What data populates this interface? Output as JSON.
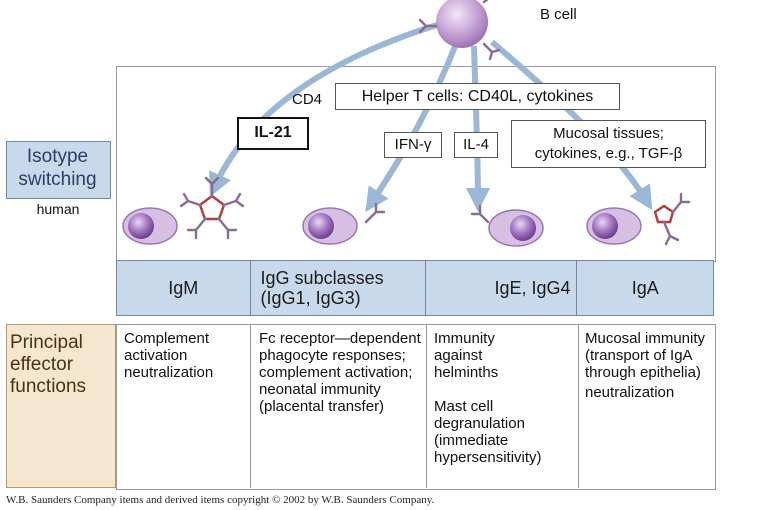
{
  "cells": {
    "b_cell_label": "B cell",
    "cd4_label": "CD4",
    "helper_label": "Helper T cells: CD40L, cytokines",
    "il21_label": "IL-21",
    "ifn_label": "IFN-γ",
    "il4_label": "IL-4",
    "mucosal_label": [
      "Mucosal tissues;",
      "cytokines, e.g., TGF-β"
    ]
  },
  "side_labels": {
    "isotype_switching": [
      "Isotype",
      "switching"
    ],
    "human": "human",
    "principal_effector": [
      "Principal",
      "effector",
      "functions"
    ]
  },
  "isotypes": [
    "IgM",
    "IgG subclasses (IgG1, IgG3)",
    "IgE, IgG4",
    "IgA"
  ],
  "functions": {
    "igm": [
      "Complement activation",
      "neutralization"
    ],
    "igg": [
      "Fc receptor—dependent phagocyte responses; complement activation; neonatal immunity (placental transfer)"
    ],
    "ige": [
      "Immunity against helminths",
      "Mast cell degranulation (immediate hypersensitivity)"
    ],
    "iga": [
      "Mucosal immunity (transport of IgA through epithelia)",
      "neutralization"
    ]
  },
  "copyright": "W.B. Saunders Company items and derived items copyright © 2002 by W.B. Saunders Company.",
  "colors": {
    "arrow": "#9ab7d6",
    "cell_fill": "#c7a6d3",
    "nucleus": "#8c5aa8",
    "antibody": "#8a6a96",
    "pentamer": "#b0413e"
  }
}
